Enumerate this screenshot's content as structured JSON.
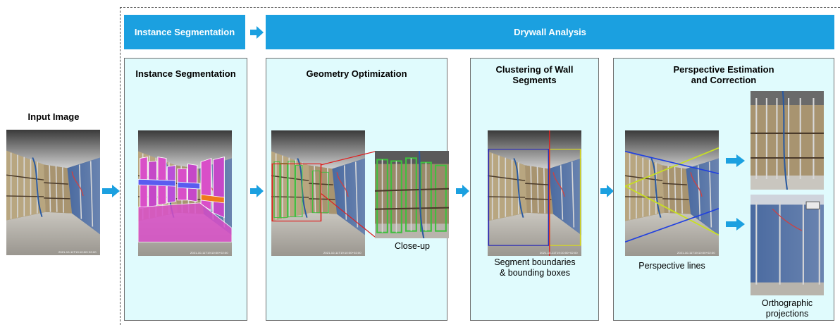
{
  "input": {
    "title": "Input Image"
  },
  "banners": {
    "instance": "Instance Segmentation",
    "drywall": "Drywall Analysis"
  },
  "stages": {
    "segmentation": {
      "title": "Instance Segmentation"
    },
    "geometry": {
      "title": "Geometry Optimization",
      "closeup": "Close-up"
    },
    "clustering": {
      "title_line1": "Clustering of Wall",
      "title_line2": "Segments",
      "caption_line1": "Segment boundaries",
      "caption_line2": "& bounding boxes"
    },
    "perspective": {
      "title_line1": "Perspective Estimation",
      "title_line2": "and Correction",
      "lines_caption": "Perspective lines",
      "ortho_line1": "Orthographic",
      "ortho_line2": "projections"
    }
  },
  "image_stamp": "2021-10-11T19:10:00+02:00",
  "colors": {
    "accent": "#1ba0e0",
    "panel": "#e0fbfd",
    "segment_magenta": "#d94fc8",
    "segment_blue": "#5a5cf0",
    "segment_orange": "#f07a1a",
    "box_red": "#e02020",
    "box_green": "#3fbf3f",
    "box_blue": "#2a2ab8",
    "box_yellow": "#d8d820",
    "line_blue": "#2040e0",
    "line_yellow": "#c8e020"
  }
}
